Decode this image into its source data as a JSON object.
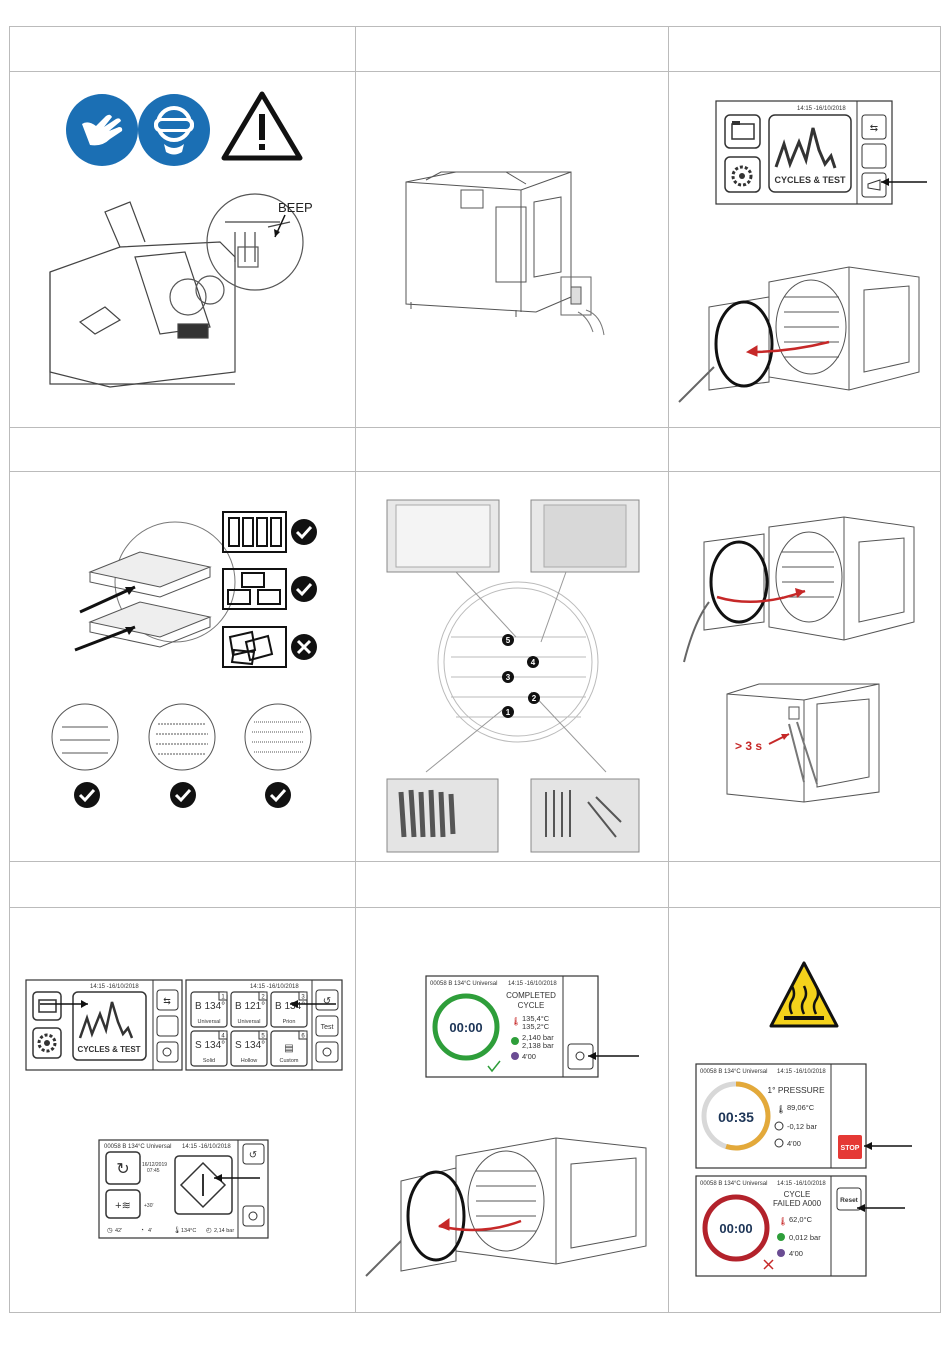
{
  "cell1": {
    "beep": "BEEP"
  },
  "cell3": {
    "datetime": "14:15 -16/10/2018",
    "cycles_label": "CYCLES & TEST"
  },
  "cell6": {
    "hold": "> 3 s"
  },
  "cell7": {
    "screen1": {
      "datetime": "14:15 -16/10/2018",
      "cycles_label": "CYCLES & TEST"
    },
    "screen2": {
      "datetime": "14:15 -16/10/2018",
      "test_label": "Test",
      "programs": [
        {
          "code": "B 134°",
          "name": "Universal",
          "num": "1"
        },
        {
          "code": "B 121°",
          "name": "Universal",
          "num": "2"
        },
        {
          "code": "B 134°",
          "name": "Prion",
          "num": "3"
        },
        {
          "code": "S 134°",
          "name": "Solid",
          "num": "4"
        },
        {
          "code": "S 134°",
          "name": "Hollow",
          "num": "5"
        },
        {
          "code": "",
          "name": "Custom",
          "num": "6"
        }
      ]
    },
    "screen3": {
      "header": "00058   B 134°C Universal",
      "datetime": "14:15 -16/10/2018",
      "date": "16/12/2019",
      "time": "07:45",
      "plus30": "+30'",
      "bottom": [
        "42'",
        "4'",
        "134°C",
        "2,14 bar"
      ]
    }
  },
  "cell8": {
    "header": "00058   B 134°C Universal",
    "datetime": "14:15 -16/10/2018",
    "timer": "00:00",
    "status1": "COMPLETED",
    "status2": "CYCLE",
    "temp1": "135,4°C",
    "temp2": "135,2°C",
    "press1": "2,140 bar",
    "press2": "2,138 bar",
    "duration": "4'00"
  },
  "cell9": {
    "screen1": {
      "header": "00058   B 134°C Universal",
      "datetime": "14:15 -16/10/2018",
      "phase": "1° PRESSURE",
      "timer": "00:35",
      "temp": "89,06°C",
      "press": "-0,12 bar",
      "duration": "4'00",
      "stop": "STOP"
    },
    "screen2": {
      "header": "00058   B 134°C Universal",
      "datetime": "14:15 -16/10/2018",
      "status1": "CYCLE",
      "status2": "FAILED A000",
      "timer": "00:00",
      "temp": "62,0°C",
      "press": "0,012 bar",
      "duration": "4'00",
      "reset": "Reset"
    }
  },
  "colors": {
    "blue": "#1b6fb4",
    "yellow": "#f4d21b",
    "green": "#2e9e3a",
    "red": "#b3222b",
    "stop": "#e53935",
    "orange": "#e3a93a"
  }
}
